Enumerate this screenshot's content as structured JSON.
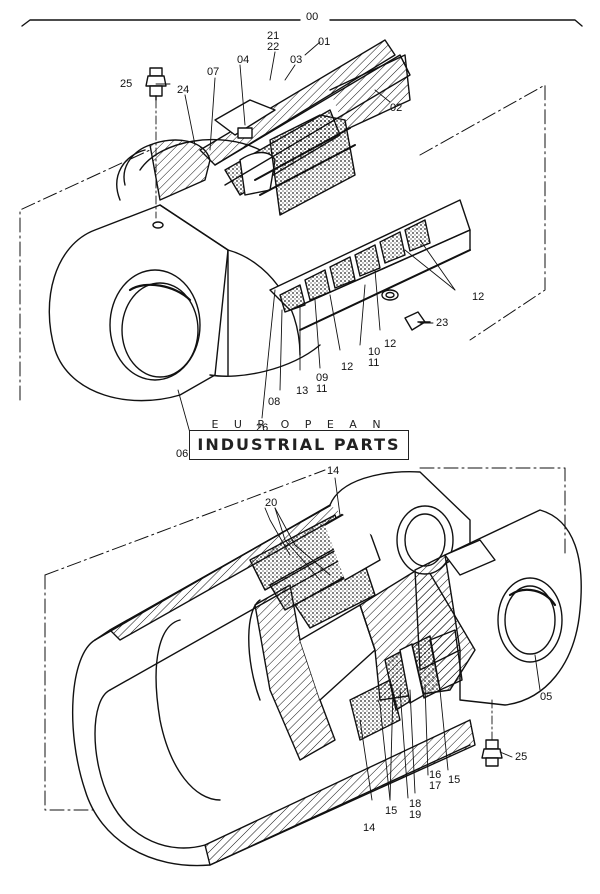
{
  "watermark": {
    "line1": "E U R O P E A N",
    "line2": "INDUSTRIAL PARTS"
  },
  "labels": {
    "c00": "00",
    "c01": "01",
    "c02": "02",
    "c03": "03",
    "c04": "04",
    "c05": "05",
    "c06": "06",
    "c07": "07",
    "c08": "08",
    "c09": "09",
    "c10": "10",
    "c11a": "11",
    "c11b": "11",
    "c12a": "12",
    "c12b": "12",
    "c12c": "12",
    "c13": "13",
    "c14a": "14",
    "c14b": "14",
    "c15a": "15",
    "c15b": "15",
    "c16": "16",
    "c17": "17",
    "c18": "18",
    "c19": "19",
    "c20": "20",
    "c21": "21",
    "c22": "22",
    "c23": "23",
    "c24": "24",
    "c25a": "25",
    "c25b": "25",
    "c26": "26"
  }
}
